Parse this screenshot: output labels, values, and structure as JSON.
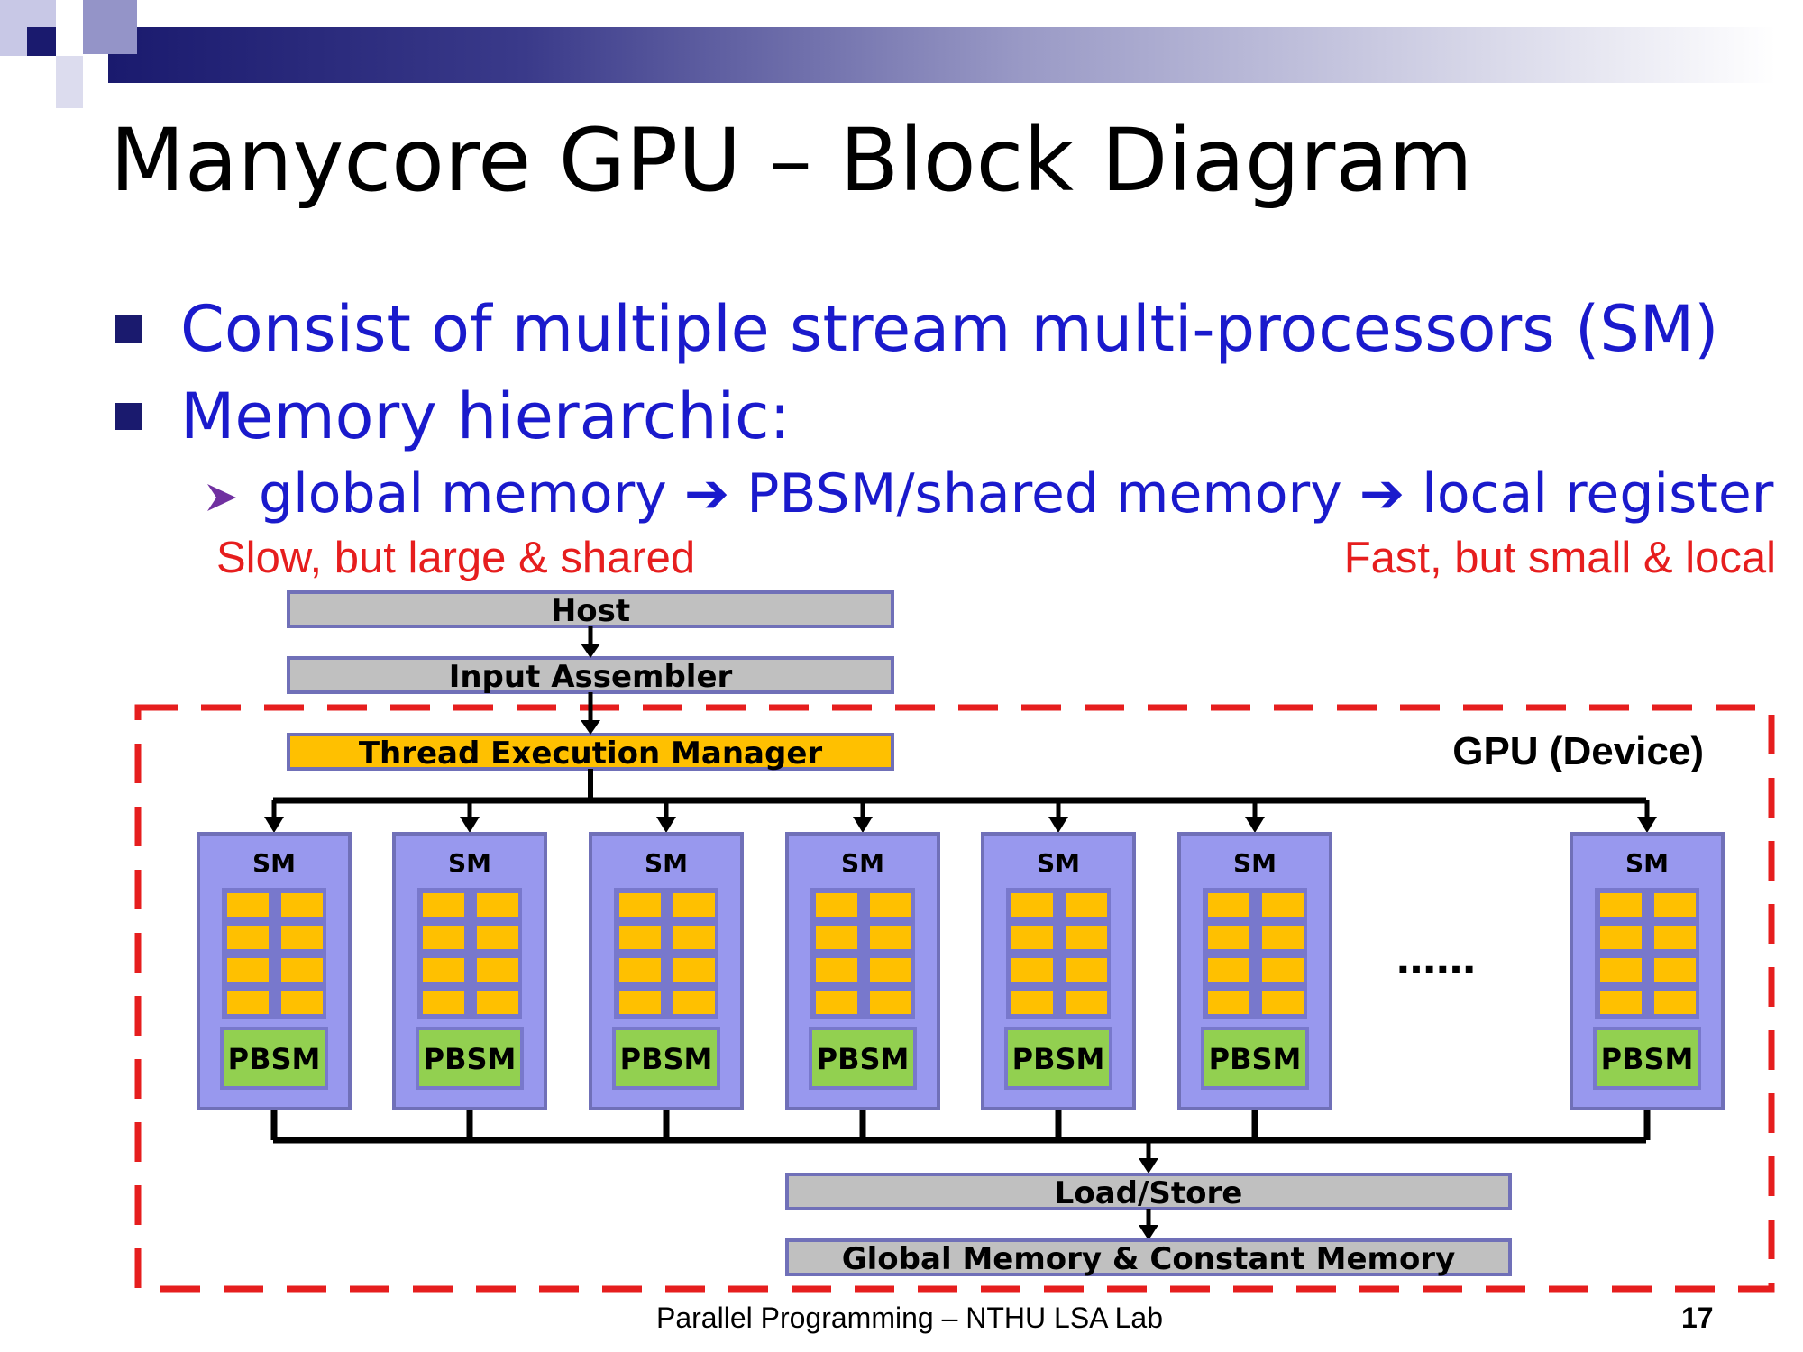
{
  "title": "Manycore GPU – Block Diagram",
  "bullets": [
    "Consist of multiple stream multi-processors (SM)",
    "Memory hierarchic:"
  ],
  "sub_bullet": {
    "items": [
      "global memory",
      "PBSM/shared memory",
      "local register"
    ],
    "arrow_glyph": "➔"
  },
  "notes": {
    "left": "Slow, but large & shared",
    "right": "Fast, but small & local"
  },
  "diagram": {
    "host": "Host",
    "input_assembler": "Input Assembler",
    "thread_manager": "Thread Execution Manager",
    "gpu_label": "GPU (Device)",
    "sm_label": "SM",
    "pbsm_label": "PBSM",
    "ellipsis": "……",
    "load_store": "Load/Store",
    "global_memory": "Global Memory & Constant Memory",
    "colors": {
      "box_gray": "#c0c0c0",
      "box_border": "#7070b8",
      "sm_fill": "#9898ee",
      "core_fill": "#ffc000",
      "pbsm_fill": "#92d050",
      "dashed_red": "#e61e1e"
    }
  },
  "footer": {
    "center": "Parallel Programming – NTHU LSA Lab",
    "page": "17"
  }
}
